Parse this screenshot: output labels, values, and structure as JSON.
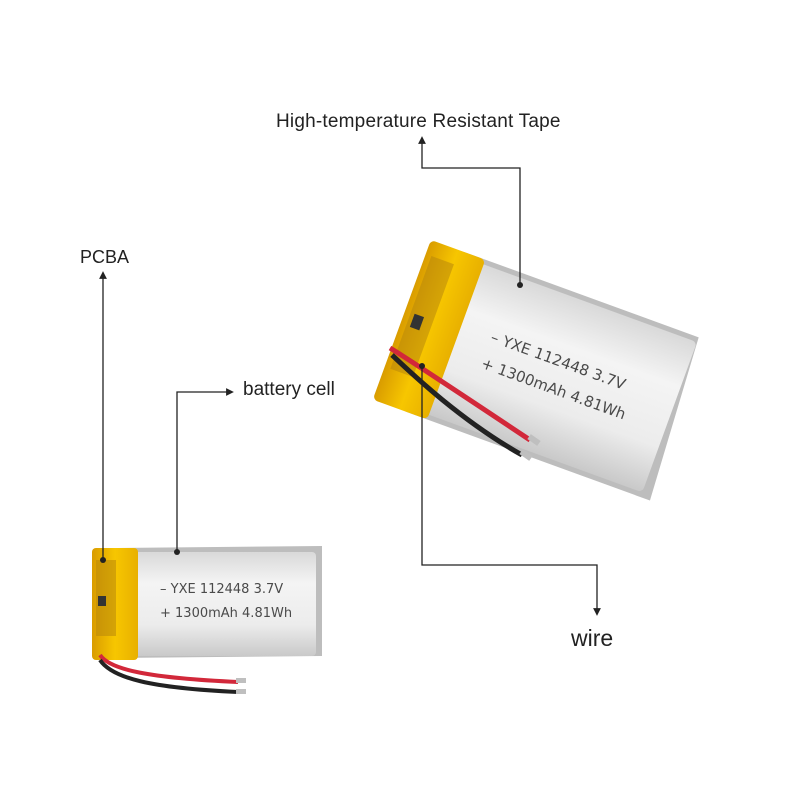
{
  "callouts": {
    "tape": "High-temperature Resistant Tape",
    "pcba": "PCBA",
    "cell": "battery cell",
    "wire": "wire"
  },
  "battery_label": {
    "line1": "– YXE 112448 3.7V",
    "line2": "+ 1300mAh 4.81Wh"
  },
  "colors": {
    "tape": "#f2c200",
    "cell_body": "#e6e6e6",
    "wire_red": "#d2283a",
    "wire_black": "#222222",
    "leader": "#222222"
  }
}
